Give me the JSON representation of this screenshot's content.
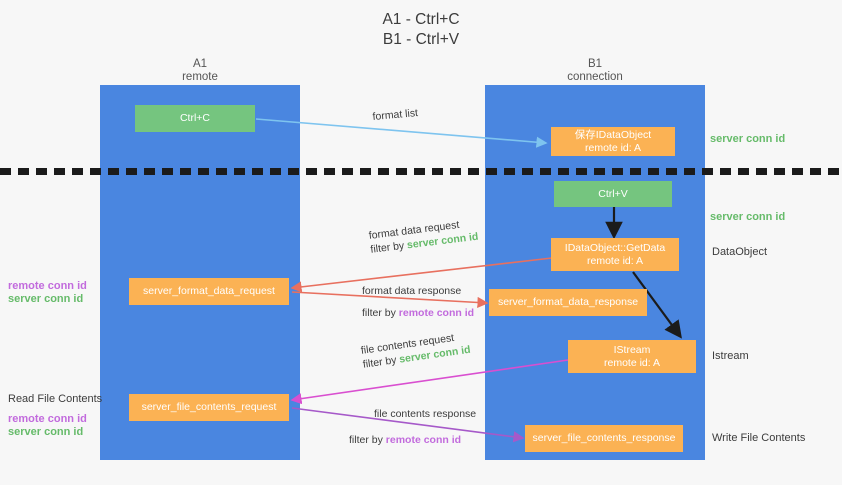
{
  "title": {
    "line1": "A1 - Ctrl+C",
    "line2": "B1 - Ctrl+V"
  },
  "lanes": [
    {
      "name": "A1",
      "sub": "remote"
    },
    {
      "name": "B1",
      "sub": "connection"
    }
  ],
  "boxes": {
    "ctrl_c": "Ctrl+C",
    "ctrl_v": "Ctrl+V",
    "save_idataobject_l1": "保存IDataObject",
    "save_idataobject_l2": "remote id: A",
    "getdata_l1": "IDataObject::GetData",
    "getdata_l2": "remote id: A",
    "istream_l1": "IStream",
    "istream_l2": "remote id: A",
    "server_format_data_request": "server_format_data_request",
    "server_format_data_response": "server_format_data_response",
    "server_file_contents_request": "server_file_contents_request",
    "server_file_contents_response": "server_file_contents_response"
  },
  "captions": {
    "format_list": "format list",
    "format_data_request": "format data request",
    "format_data_request_filter_prefix": "filter by ",
    "format_data_request_filter_value": "server conn id",
    "format_data_response": "format data response",
    "format_data_response_filter_prefix": "filter by ",
    "format_data_response_filter_value": "remote conn id",
    "file_contents_request": "file contents request",
    "file_contents_request_filter_prefix": "filter by ",
    "file_contents_request_filter_value": "server conn id",
    "file_contents_response": "file contents response",
    "file_contents_response_filter_prefix": "filter by ",
    "file_contents_response_filter_value": "remote conn id"
  },
  "side_labels": {
    "right_server_conn_id_top": "server conn id",
    "right_server_conn_id_mid": "server conn id",
    "right_dataobject": "DataObject",
    "right_istream": "Istream",
    "right_write_file_contents": "Write File Contents",
    "left_remote_conn_id_1": "remote conn id",
    "left_server_conn_id_1": "server conn id",
    "left_read_file_contents": "Read File Contents",
    "left_remote_conn_id_2": "remote conn id",
    "left_server_conn_id_2": "server conn id"
  },
  "colors": {
    "lane": "#4a86e0",
    "green_box": "#75c57f",
    "orange_box": "#fbb254",
    "green_text": "#66bb6a",
    "purple_text": "#c26bdd",
    "arrow_blue": "#7ec4ef",
    "arrow_red": "#e8705f",
    "arrow_magenta": "#d94fd0",
    "arrow_purple": "#a659c9",
    "arrow_black": "#1b1b1b"
  }
}
